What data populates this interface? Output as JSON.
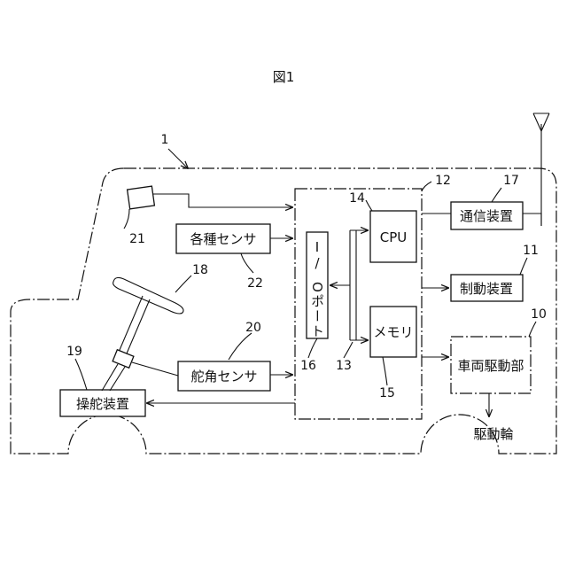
{
  "figure_title": "図1",
  "components": {
    "vehicle": {
      "ref": "1"
    },
    "vehicle_drive": {
      "label": "車両駆動部",
      "ref": "10"
    },
    "brake": {
      "label": "制動装置",
      "ref": "11"
    },
    "controller": {
      "ref": "12"
    },
    "bus": {
      "ref": "13"
    },
    "cpu": {
      "label": "CPU",
      "ref": "14"
    },
    "memory": {
      "label": "メモリ",
      "ref": "15"
    },
    "io_port": {
      "label_top": "I",
      "label_slash": "/",
      "label_bottom": "Oポート",
      "ref": "16"
    },
    "comm": {
      "label": "通信装置",
      "ref": "17"
    },
    "steering_wheel": {
      "ref": "18"
    },
    "steering_device": {
      "label": "操舵装置",
      "ref": "19"
    },
    "steering_sensor": {
      "label": "舵角センサ",
      "ref": "20"
    },
    "camera": {
      "ref": "21"
    },
    "sensors": {
      "label": "各種センサ",
      "ref": "22"
    },
    "drive_wheels": {
      "label": "駆動輪"
    }
  }
}
